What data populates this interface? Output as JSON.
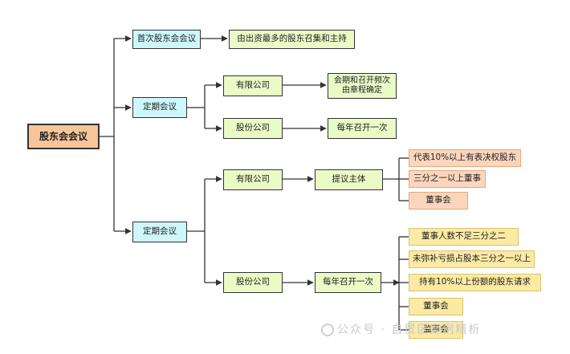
{
  "nodes": {
    "root": "股东会会议",
    "first_meeting": "首次股东会会议",
    "first_desc": "由出资最多的股东召集和主持",
    "regular_meeting_1": "定期会议",
    "llc_1": "有限公司",
    "llc_1_desc": "会期和召开频次\n由章程确定",
    "jsc_1": "股份公司",
    "jsc_1_desc": "每年召开一次",
    "regular_meeting_2": "定期会议",
    "llc_2": "有限公司",
    "proposer": "提议主体",
    "proposer_items": [
      "代表10%以上有表决权股东",
      "三分之一以上董事",
      "董事会"
    ],
    "jsc_2": "股份公司",
    "jsc_2_desc": "每年召开一次",
    "jsc_items": [
      "董事人数不足三分之二",
      "未弥补亏损占股本三分之一以上",
      "持有10%以上份额的股东请求",
      "董事会",
      "监事会"
    ]
  },
  "watermark": "公众号 · 自贸区案例精析",
  "colors": {
    "root": "#f8c49a",
    "cyan": "#cdf7fb",
    "green": "#eafbc6",
    "salmon": "#fbd6bd",
    "yellow": "#faeaa4",
    "line": "#333333"
  }
}
